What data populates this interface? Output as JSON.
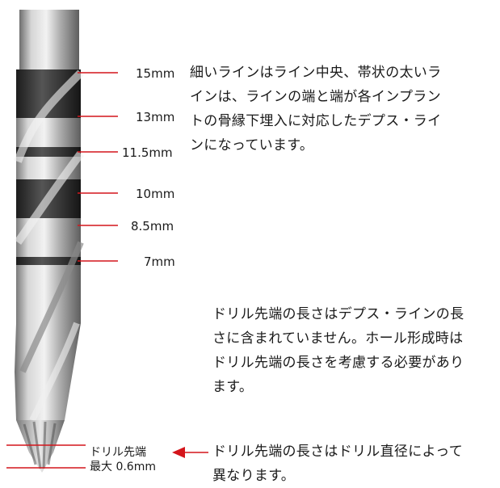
{
  "depth_lines": [
    {
      "label": "15mm"
    },
    {
      "label": "13mm"
    },
    {
      "label": "11.5mm"
    },
    {
      "label": "10mm"
    },
    {
      "label": "8.5mm"
    },
    {
      "label": "7mm"
    }
  ],
  "notes": {
    "depth_line_note": [
      "細いラインはライン中央、帯状の太いラ",
      "インは、ラインの端と端が各インプラン",
      "トの骨縁下埋入に対応したデプス・ライ",
      "ンになっています。"
    ],
    "tip_length_note": [
      "ドリル先端の長さはデプス・ラインの長",
      "さに含まれていません。ホール形成時は",
      "ドリル先端の長さを考慮する必要があり",
      "ます。"
    ],
    "tip_diameter_note": [
      "ドリル先端の長さはドリル直径によって",
      "異なります。"
    ]
  },
  "tip_label": {
    "line1": "ドリル先端",
    "line2": "最大 0.6mm"
  },
  "colors": {
    "line": "#d4151b",
    "steel": "#b9b9b9",
    "band": "#2a2a2a"
  }
}
